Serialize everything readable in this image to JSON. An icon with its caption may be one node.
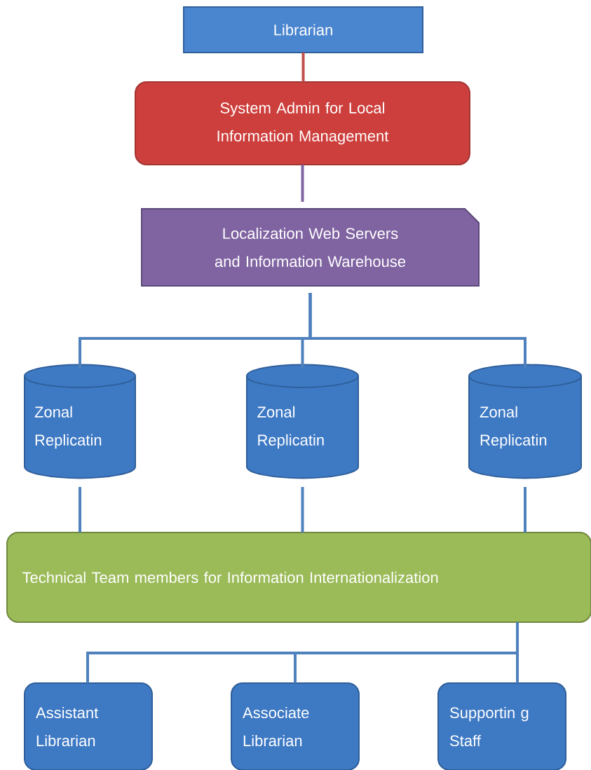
{
  "diagram": {
    "nodes": [
      {
        "text": [
          "Librarian"
        ]
      },
      {
        "text": [
          "System Admin for Local Information Management"
        ]
      },
      {
        "text": [
          "Localization Web Servers and Information Warehouse"
        ]
      },
      {
        "text": [
          "Zonal Replicatin"
        ]
      },
      {
        "text": [
          "Zonal Replicatin"
        ]
      },
      {
        "text": [
          "Zonal Replicatin"
        ]
      },
      {
        "text": [
          "Technical Team members for Information Internationalization"
        ]
      },
      {
        "text": [
          "Assistant Librarian"
        ]
      },
      {
        "text": [
          "Associate Librarian"
        ]
      },
      {
        "text": [
          "Supportin g Staff"
        ]
      }
    ],
    "edges": [
      {
        "from": 0,
        "to": 1,
        "arrow": "none",
        "color": "#c0504d"
      },
      {
        "from": 1,
        "to": 2,
        "arrow": "none",
        "color": "#8064a2"
      },
      {
        "from": 2,
        "to": 3,
        "arrow": "none"
      },
      {
        "from": 2,
        "to": 4,
        "arrow": "none"
      },
      {
        "from": 2,
        "to": 5,
        "arrow": "none"
      },
      {
        "from": 3,
        "to": 6,
        "arrow": "none"
      },
      {
        "from": 4,
        "to": 6,
        "arrow": "none"
      },
      {
        "from": 5,
        "to": 6,
        "arrow": "none"
      },
      {
        "from": 6,
        "to": 7,
        "arrow": "none"
      },
      {
        "from": 6,
        "to": 8,
        "arrow": "none"
      },
      {
        "from": 6,
        "to": 9,
        "arrow": "none"
      }
    ]
  }
}
